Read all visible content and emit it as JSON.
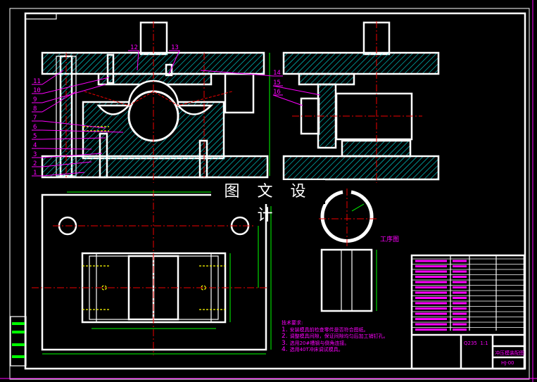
{
  "watermark": "图 文 设 计",
  "part_numbers": {
    "left": [
      "11",
      "10",
      "9",
      "8",
      "7",
      "6",
      "5",
      "4",
      "3",
      "2",
      "1"
    ],
    "top": [
      "12",
      "13"
    ],
    "right": [
      "14",
      "15",
      "16"
    ]
  },
  "process_label": "工序图",
  "technical_requirements": {
    "title": "技术要求:",
    "items": [
      {
        "num": "1.",
        "text": "安装模具前检查零件是否符合图纸。"
      },
      {
        "num": "2.",
        "text": "调整模具间隙，保证间隙均匀后加工销钉孔。"
      },
      {
        "num": "3.",
        "text": "选用20#槽钢与倒角连接。"
      },
      {
        "num": "4.",
        "text": "选用40T冲床调试模具。"
      }
    ]
  },
  "title_block": {
    "material": "Q235",
    "scale": "1:1",
    "drawing_name": "冲压模装配图",
    "drawing_number": "HJ-00"
  },
  "colors": {
    "outline": "#ffffff",
    "centerline": "#ee0000",
    "dimension": "#00ff00",
    "leader": "#ff00ff",
    "hatch": "#00e5e5",
    "hidden": "#ffff00"
  }
}
